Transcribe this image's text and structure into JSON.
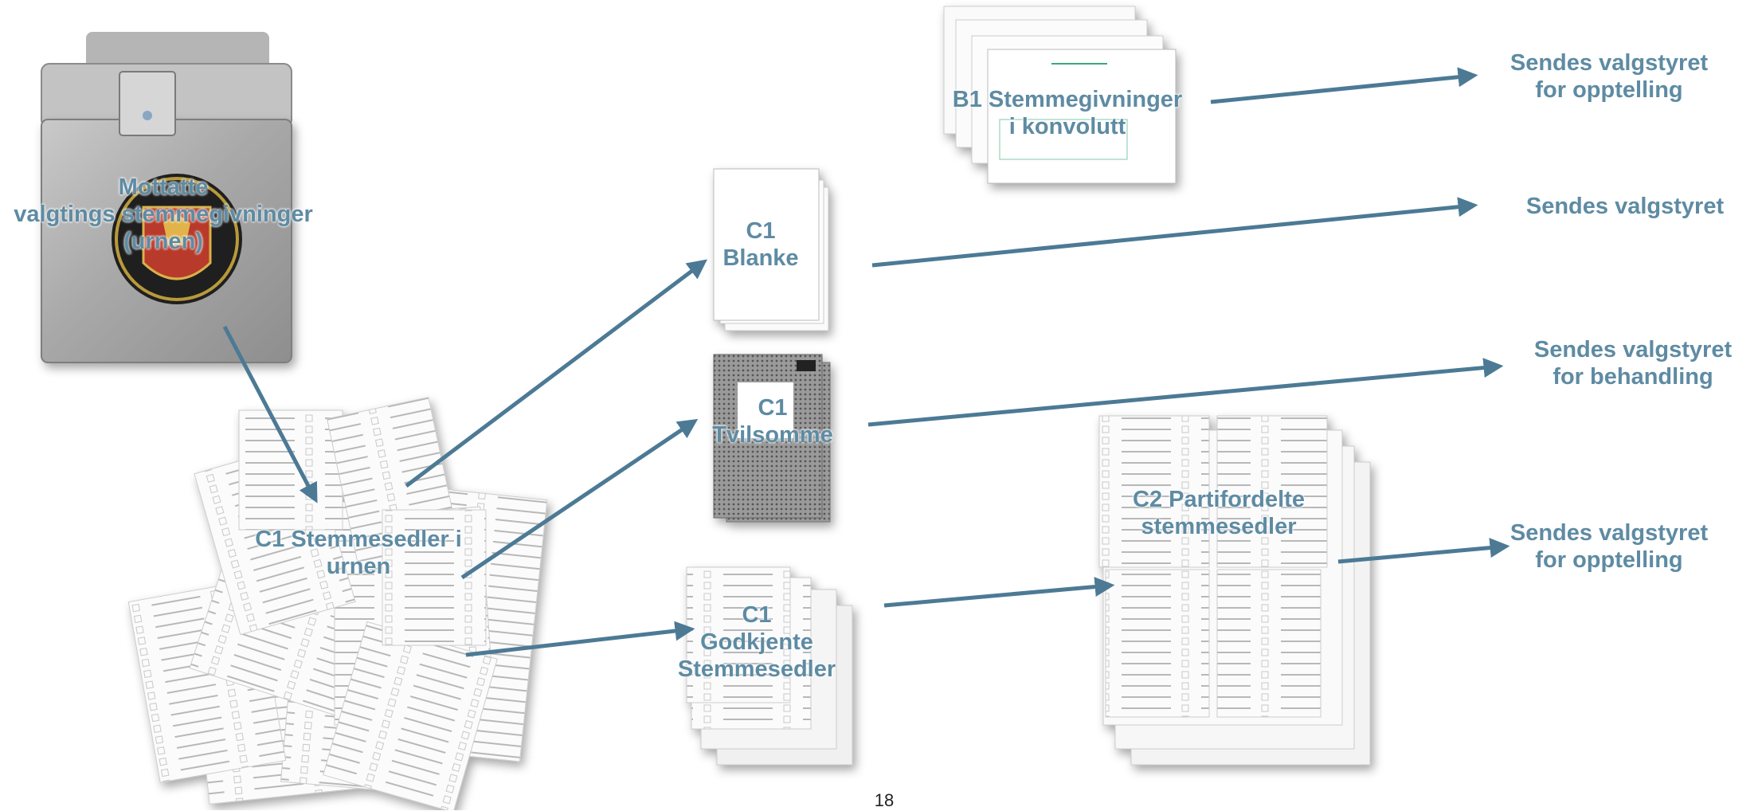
{
  "colors": {
    "text": "#5e8ba3",
    "arrow": "#4c7a95"
  },
  "labels": {
    "mottatte": [
      "Mottatte",
      "valgtings stemmegivninger",
      "(urnen)"
    ],
    "c1_urnen": [
      "C1 Stemmesedler i",
      "urnen"
    ],
    "c1_blanke": [
      "C1",
      "Blanke"
    ],
    "c1_tvilsomme": [
      "C1",
      "Tvilsomme"
    ],
    "c1_godkjente": [
      "C1",
      "Godkjente",
      "Stemmesedler"
    ],
    "b1": [
      "B1 Stemmegivninger",
      "i konvolutt"
    ],
    "c2": [
      "C2 Partifordelte",
      "stemmesedler"
    ],
    "dest1": [
      "Sendes valgstyret",
      "for opptelling"
    ],
    "dest2": [
      "Sendes valgstyret"
    ],
    "dest3": [
      "Sendes valgstyret",
      "for behandling"
    ],
    "dest4": [
      "Sendes valgstyret",
      "for opptelling"
    ]
  },
  "page_number": "18"
}
